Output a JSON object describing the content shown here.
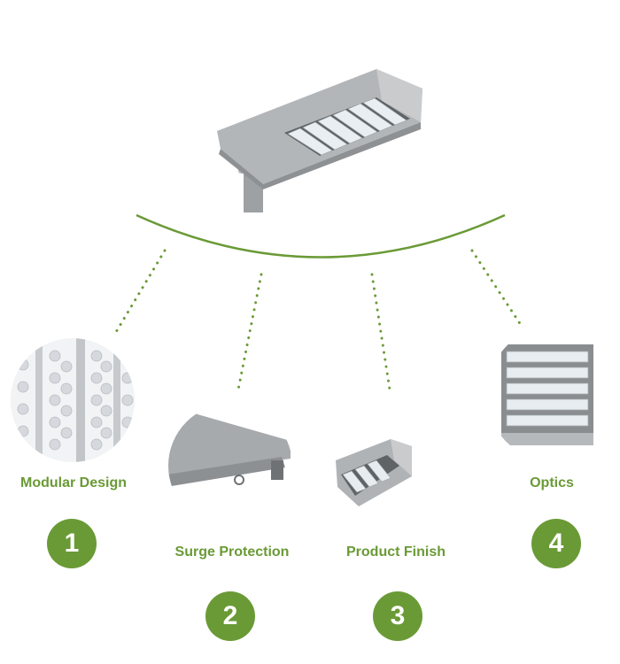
{
  "colors": {
    "accent": "#6a9a36",
    "metal": "#a9acae",
    "metal_dark": "#7f8285"
  },
  "product": {
    "image": "led-street-light"
  },
  "features": [
    {
      "label": "Modular Design",
      "number": "1",
      "image": "led-module-closeup"
    },
    {
      "label": "Surge Protection",
      "number": "2",
      "image": "housing-edge-closeup"
    },
    {
      "label": "Product Finish",
      "number": "3",
      "image": "housing-corner-closeup"
    },
    {
      "label": "Optics",
      "number": "4",
      "image": "lens-array-closeup"
    }
  ]
}
